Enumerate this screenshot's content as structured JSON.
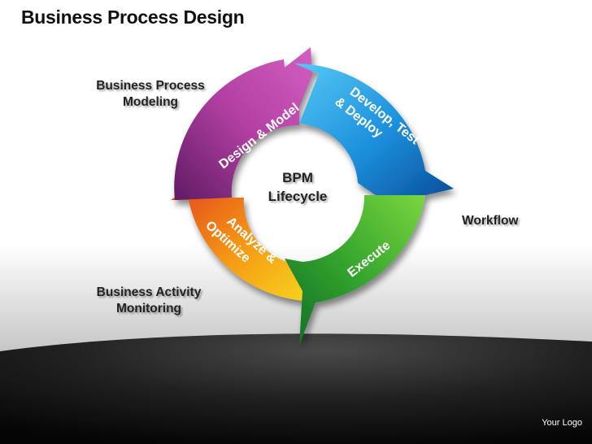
{
  "slide": {
    "title": "Business Process Design",
    "logo_text": "Your Logo"
  },
  "labels": {
    "modeling": [
      "Business Process",
      "Modeling"
    ],
    "monitoring": [
      "Business Activity",
      "Monitoring"
    ],
    "workflow": "Workflow",
    "center": [
      "BPM",
      "Lifecycle"
    ]
  },
  "cycle": {
    "segments": [
      {
        "id": "design",
        "text": "Design & Model",
        "color_light": "#c84fb5",
        "color_dark": "#6a1f6e"
      },
      {
        "id": "develop",
        "text_lines": [
          "Develop, Test",
          "& Deploy"
        ],
        "color_light": "#3fb6f0",
        "color_dark": "#0b5fa8"
      },
      {
        "id": "execute",
        "text": "Execute",
        "color_light": "#6fd13a",
        "color_dark": "#157a2a"
      },
      {
        "id": "analyze",
        "text_lines": [
          "Analyze &",
          "Optimize"
        ],
        "color_light": "#f8c21a",
        "color_dark": "#e5401b"
      }
    ]
  }
}
